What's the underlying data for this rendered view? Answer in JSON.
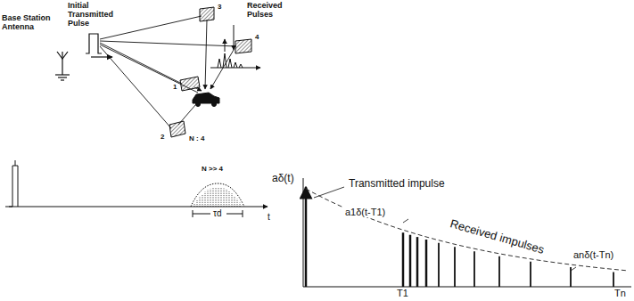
{
  "diagram": {
    "labels": [
      "Initial Transmitted Pulse",
      "Base Station Antenna",
      "Received Pulses",
      "1",
      "2",
      "3",
      "4",
      "N : 4",
      "N >> 4",
      "τd",
      "t",
      "aδ(t)",
      "a1δ(t-T1)",
      "Transmitted impulse",
      "Received impulses",
      "anδ(t-Tn)",
      "T1",
      "Tn"
    ]
  }
}
